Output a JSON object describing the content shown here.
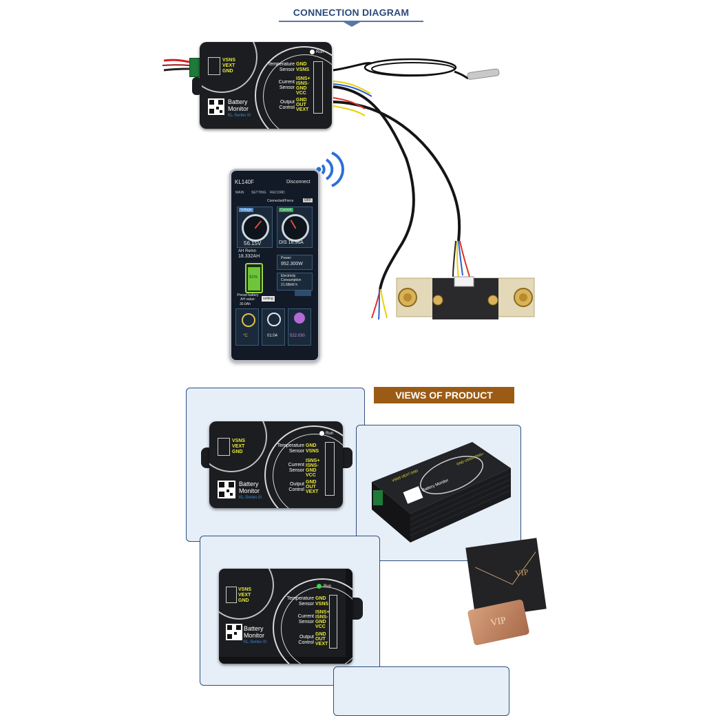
{
  "headings": {
    "connection_diagram": "CONNECTION DIAGRAM",
    "views_of_product": "VIEWS OF PRODUCT"
  },
  "device": {
    "left_terminals": [
      "VSNS",
      "VEXT",
      "GND"
    ],
    "run_label": "Run",
    "temperature_sensor": "Temperature\nSensor",
    "temperature_pins": [
      "GND",
      "VSNS"
    ],
    "current_sensor": "Current\nSensor",
    "current_pins": [
      "ISNS+",
      "ISNS-",
      "GND",
      "VCC"
    ],
    "output_control": "Output\nControl",
    "output_pins": [
      "GND",
      "OUT",
      "VEXT"
    ],
    "brand_line1": "Battery",
    "brand_line2": "Monitor",
    "series": "KL-Series III"
  },
  "phone": {
    "title": "KL140F",
    "disconnect": "Disconnect",
    "tabs": [
      "MAIN",
      "SETTING",
      "RECORD"
    ],
    "connected_label": "Connected/Force",
    "off_label": "OFF",
    "voltage_badge": "Voltage",
    "current_badge": "Current",
    "voltage_value": "56.15V",
    "current_value": "DIS 16.96A",
    "ah_label": "AH Remn",
    "ah_value": "18.332AH",
    "percent": "91%",
    "power_label": "Power:",
    "power_value": "952.300W",
    "elec_label": "Electricity\nConsumption",
    "elec_value": "21.68kW·h",
    "preset_label": "Preset battery\nAH value:",
    "preset_value": "30.0Ah",
    "setting_btn": "setting",
    "temp_value": "°C",
    "time_value": "01:04",
    "bottom_num": "522.030"
  },
  "vip": {
    "text": "VIP"
  },
  "colors": {
    "heading_blue": "#2d4b7c",
    "views_brown": "#9c5b14",
    "device_body": "#1c1d20",
    "label_yellow": "#e9e93a",
    "panel_bg": "#e6eef8",
    "panel_border": "#2f4e7e"
  }
}
